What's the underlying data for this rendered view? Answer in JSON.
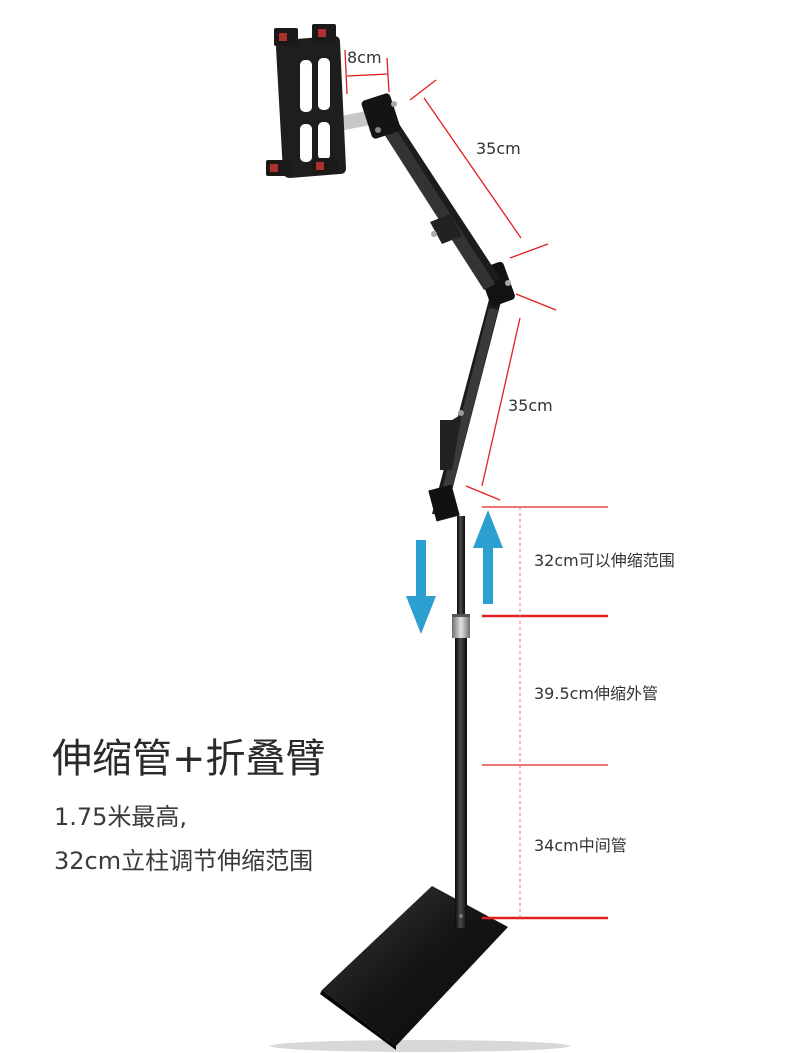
{
  "headline": {
    "title": "伸缩管+折叠臂",
    "line1": "1.75米最高,",
    "line2": "32cm立柱调节伸缩范围"
  },
  "measurements": {
    "clamp_width": "8cm",
    "upper_arm": "35cm",
    "lower_arm": "35cm",
    "range": "32cm可以伸缩范围",
    "outer_tube": "39.5cm伸缩外管",
    "middle_tube": "34cm中间管"
  },
  "colors": {
    "dimension_line": "#e02020",
    "arrow": "#2a9fd0",
    "stand": "#1a1a1a"
  }
}
